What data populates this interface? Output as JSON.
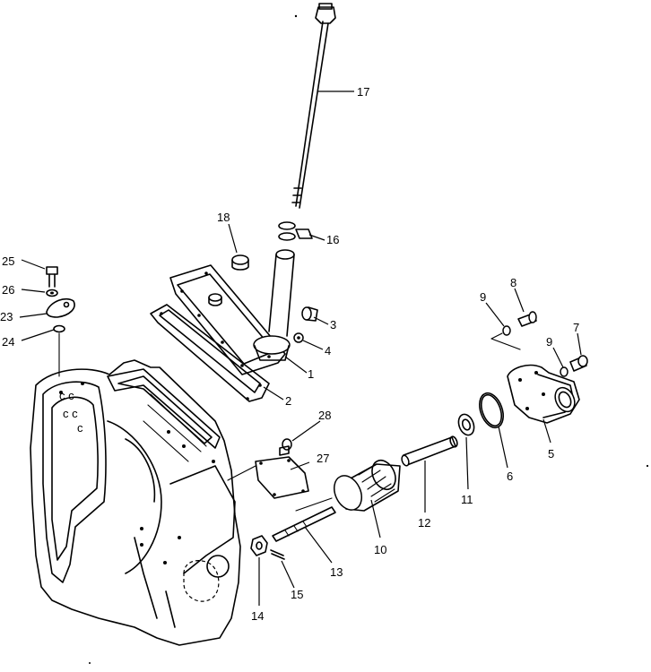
{
  "callouts": [
    {
      "id": "1",
      "label": "1"
    },
    {
      "id": "2",
      "label": "2"
    },
    {
      "id": "3",
      "label": "3"
    },
    {
      "id": "4",
      "label": "4"
    },
    {
      "id": "5",
      "label": "5"
    },
    {
      "id": "6",
      "label": "6"
    },
    {
      "id": "7",
      "label": "7"
    },
    {
      "id": "8",
      "label": "8"
    },
    {
      "id": "9a",
      "label": "9"
    },
    {
      "id": "9b",
      "label": "9"
    },
    {
      "id": "10",
      "label": "10"
    },
    {
      "id": "11",
      "label": "11"
    },
    {
      "id": "12",
      "label": "12"
    },
    {
      "id": "13",
      "label": "13"
    },
    {
      "id": "14",
      "label": "14"
    },
    {
      "id": "15",
      "label": "15"
    },
    {
      "id": "16",
      "label": "16"
    },
    {
      "id": "17",
      "label": "17"
    },
    {
      "id": "18",
      "label": "18"
    },
    {
      "id": "23",
      "label": "23"
    },
    {
      "id": "24",
      "label": "24"
    },
    {
      "id": "25",
      "label": "25"
    },
    {
      "id": "26",
      "label": "26"
    },
    {
      "id": "27",
      "label": "27"
    },
    {
      "id": "28",
      "label": "28"
    }
  ],
  "colors": {
    "ink": "#000000",
    "paper": "#ffffff"
  }
}
